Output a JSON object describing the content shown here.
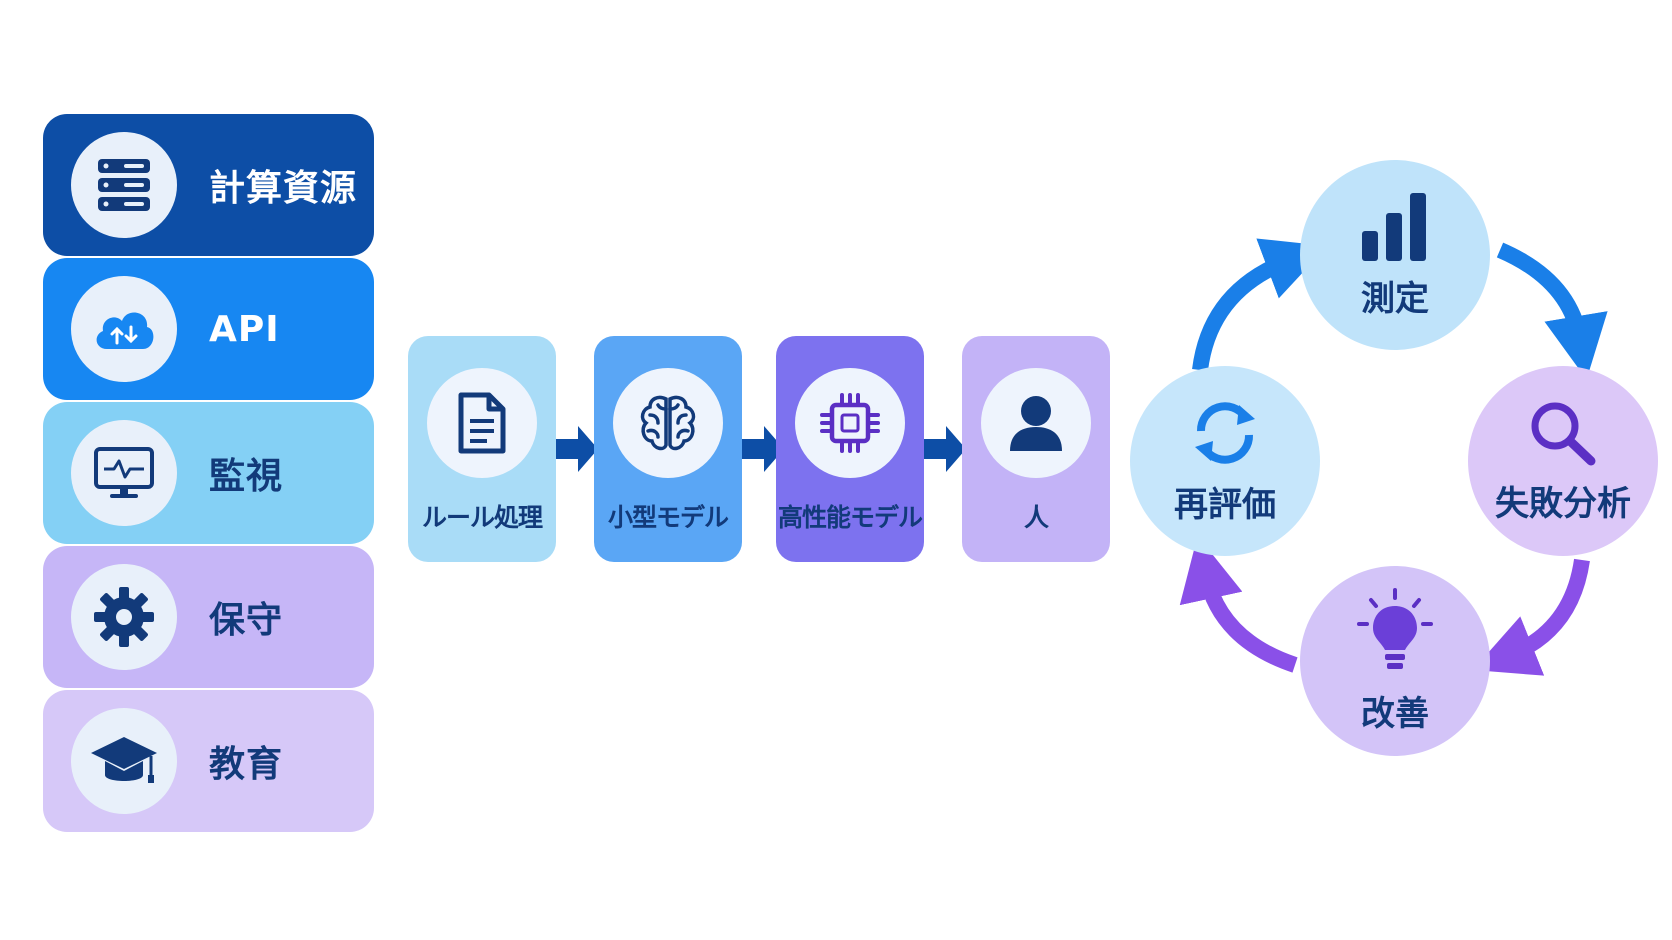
{
  "resource_stack": [
    {
      "label": "計算資源",
      "icon": "server-icon",
      "bg": "#0d4ea6",
      "text_color": "#ffffff"
    },
    {
      "label": "API",
      "icon": "cloud-sync-icon",
      "bg": "#1787f2",
      "text_color": "#ffffff"
    },
    {
      "label": "監視",
      "icon": "monitor-icon",
      "bg": "#84d0f5",
      "text_color": "#123a7a"
    },
    {
      "label": "保守",
      "icon": "gear-icon",
      "bg": "#c6b6f7",
      "text_color": "#123a7a"
    },
    {
      "label": "教育",
      "icon": "graduation-cap-icon",
      "bg": "#d6c8f8",
      "text_color": "#123a7a"
    }
  ],
  "escalation_flow": [
    {
      "label": "ルール処理",
      "icon": "document-icon",
      "bg": "#a9dcf7"
    },
    {
      "label": "小型モデル",
      "icon": "brain-icon",
      "bg": "#5aa6f5"
    },
    {
      "label": "高性能モデル",
      "icon": "chip-icon",
      "bg": "#7d72ef"
    },
    {
      "label": "人",
      "icon": "person-icon",
      "bg": "#c3b3f7"
    }
  ],
  "improvement_cycle": [
    {
      "label": "測定",
      "icon": "bar-chart-icon",
      "bg": "#bfe3fa"
    },
    {
      "label": "失敗分析",
      "icon": "magnifier-icon",
      "bg": "#dcc8f8"
    },
    {
      "label": "改善",
      "icon": "lightbulb-icon",
      "bg": "#d3c4f8"
    },
    {
      "label": "再評価",
      "icon": "refresh-icon",
      "bg": "#c6e6fb"
    }
  ],
  "colors": {
    "navy_text": "#123a7a",
    "flow_arrow": "#0d4ea6",
    "cycle_arrow_blue": "#1a7fe8",
    "cycle_arrow_purple": "#8a50e8"
  }
}
